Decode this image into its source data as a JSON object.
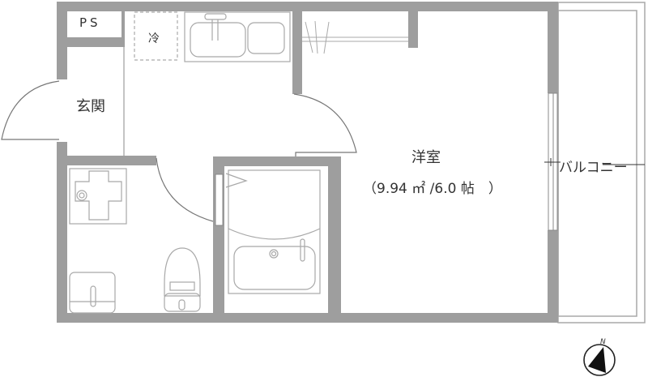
{
  "floor_plan": {
    "rooms": {
      "pipe_space": "PS",
      "refrigerator": "冷",
      "entrance": "玄関",
      "western_room": "洋室",
      "western_room_area": "（9.94 ㎡ /6.0 帖　）",
      "balcony": "バルコニー"
    },
    "compass": {
      "north_label": "N"
    },
    "colors": {
      "wall": "#9e9e9e",
      "fixture_line": "#a8a8a8",
      "door_line": "#777777",
      "text": "#333333"
    }
  }
}
